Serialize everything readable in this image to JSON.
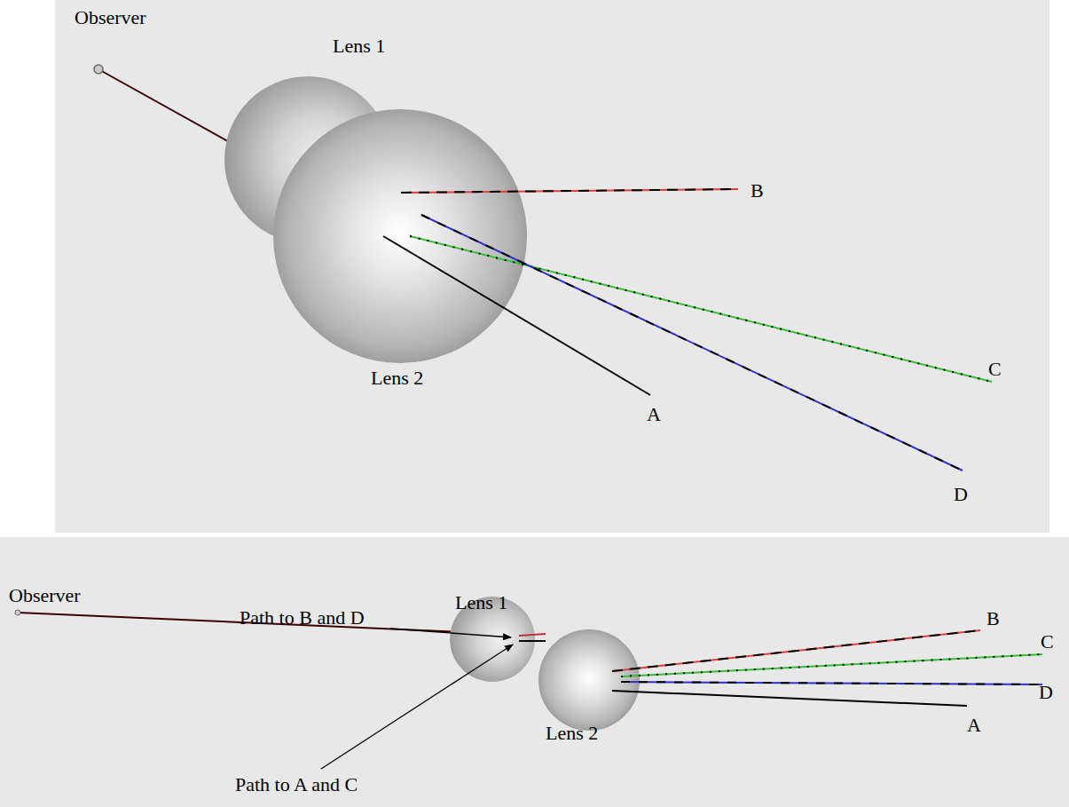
{
  "diagram": {
    "labels": [
      "Observer",
      "Lens 1",
      "B",
      "Lens 2",
      "C",
      "A",
      "D",
      "Observer",
      "Path to B and D",
      "Lens 1",
      "B",
      "C",
      "D",
      "Path to A and C",
      "Lens 2",
      "A"
    ]
  }
}
